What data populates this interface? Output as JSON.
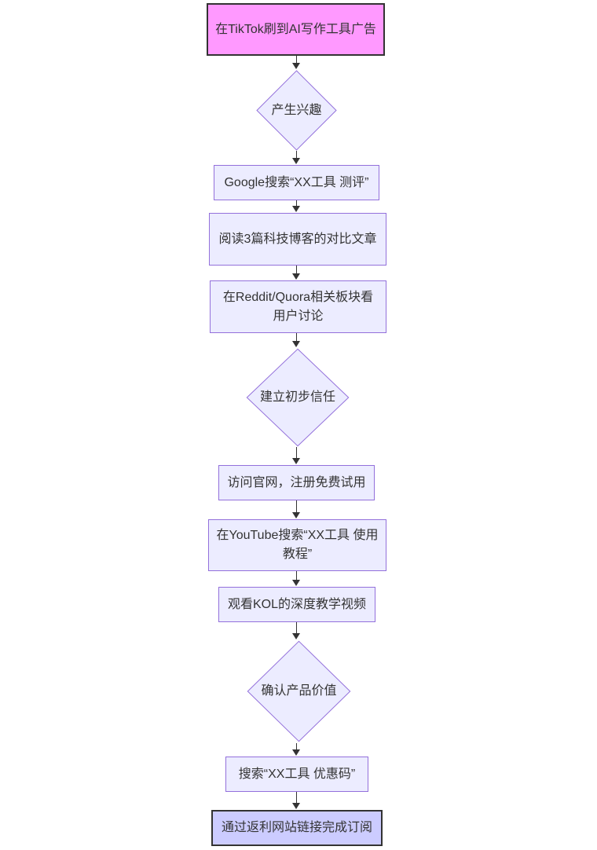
{
  "diagram": {
    "type": "flowchart",
    "direction": "top-down",
    "colors": {
      "background": "#FFFFFF",
      "node_fill": "#ECECFF",
      "node_border": "#9370DB",
      "start_fill": "#FF99FF",
      "start_border": "#333333",
      "end_fill": "#CCCCFF",
      "end_border": "#333333",
      "text": "#333333",
      "edge": "#333333"
    },
    "nodes": [
      {
        "id": "start",
        "shape": "rect",
        "role": "start",
        "label": "在TikTok刷到AI写作工具广告"
      },
      {
        "id": "interest",
        "shape": "diamond",
        "role": "decision",
        "label": "产生兴趣"
      },
      {
        "id": "search",
        "shape": "rect",
        "role": "process",
        "label": "Google搜索“XX工具 测评”"
      },
      {
        "id": "blogs",
        "shape": "rect",
        "role": "process",
        "label": "阅读3篇科技博客的对比文章"
      },
      {
        "id": "reddit",
        "shape": "rect",
        "role": "process",
        "label": "在Reddit/Quora相关板块看用户讨论"
      },
      {
        "id": "trust",
        "shape": "diamond",
        "role": "decision",
        "label": "建立初步信任"
      },
      {
        "id": "signup",
        "shape": "rect",
        "role": "process",
        "label": "访问官网，注册免费试用"
      },
      {
        "id": "youtube",
        "shape": "rect",
        "role": "process",
        "label": "在YouTube搜索“XX工具 使用教程”"
      },
      {
        "id": "kol",
        "shape": "rect",
        "role": "process",
        "label": "观看KOL的深度教学视频"
      },
      {
        "id": "value",
        "shape": "diamond",
        "role": "decision",
        "label": "确认产品价值"
      },
      {
        "id": "coupon",
        "shape": "rect",
        "role": "process",
        "label": "搜索“XX工具 优惠码”"
      },
      {
        "id": "subscribe",
        "shape": "rect",
        "role": "end",
        "label": "通过返利网站链接完成订阅"
      }
    ],
    "edges": [
      {
        "from": "start",
        "to": "interest"
      },
      {
        "from": "interest",
        "to": "search"
      },
      {
        "from": "search",
        "to": "blogs"
      },
      {
        "from": "blogs",
        "to": "reddit"
      },
      {
        "from": "reddit",
        "to": "trust"
      },
      {
        "from": "trust",
        "to": "signup"
      },
      {
        "from": "signup",
        "to": "youtube"
      },
      {
        "from": "youtube",
        "to": "kol"
      },
      {
        "from": "kol",
        "to": "value"
      },
      {
        "from": "value",
        "to": "coupon"
      },
      {
        "from": "coupon",
        "to": "subscribe"
      }
    ]
  }
}
